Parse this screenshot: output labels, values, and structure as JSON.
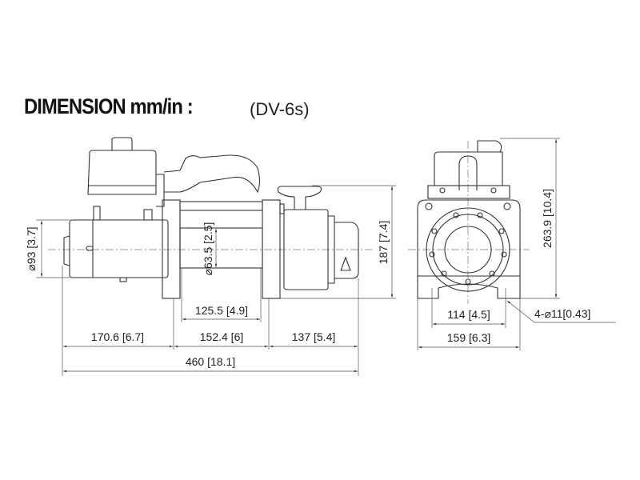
{
  "title": "DIMENSION mm/in :",
  "model": "(DV-6s)",
  "side_view": {
    "motor_diameter": "⌀93 [3.7]",
    "drum_diameter": "⌀63.5 [2.5]",
    "height": "187 [7.4]",
    "drum_length": "125.5 [4.9]",
    "motor_section": "170.6 [6.7]",
    "drum_section": "152.4 [6]",
    "gearbox_section": "137 [5.4]",
    "overall_length": "460 [18.1]"
  },
  "front_view": {
    "height": "263.9 [10.4]",
    "bolt_spacing": "114 [4.5]",
    "width": "159 [6.3]",
    "mount_holes": "4-⌀11[0.43]"
  }
}
